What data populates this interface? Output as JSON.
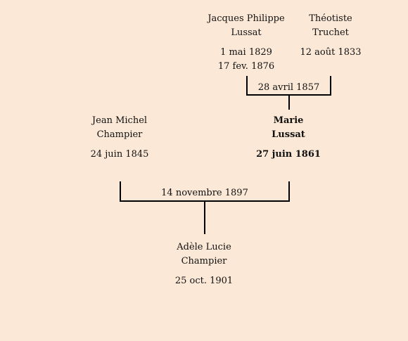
{
  "persons": {
    "jacques": {
      "name_line1": "Jacques Philippe",
      "name_line2": "Lussat",
      "birth": "1 mai 1829",
      "death": "17 fev. 1876"
    },
    "theotiste": {
      "name_line1": "Théotiste",
      "name_line2": "Truchet",
      "birth": "12 août 1833"
    },
    "jean": {
      "name_line1": "Jean Michel",
      "name_line2": "Champier",
      "birth": "24 juin 1845"
    },
    "marie": {
      "name_line1": "Marie",
      "name_line2": "Lussat",
      "birth": "27 juin 1861"
    },
    "adele": {
      "name_line1": "Adèle Lucie",
      "name_line2": "Champier",
      "birth": "25 oct. 1901"
    }
  },
  "marriages": {
    "lussat_truchet": "28 avril 1857",
    "champier_lussat": "14 novembre 1897"
  }
}
